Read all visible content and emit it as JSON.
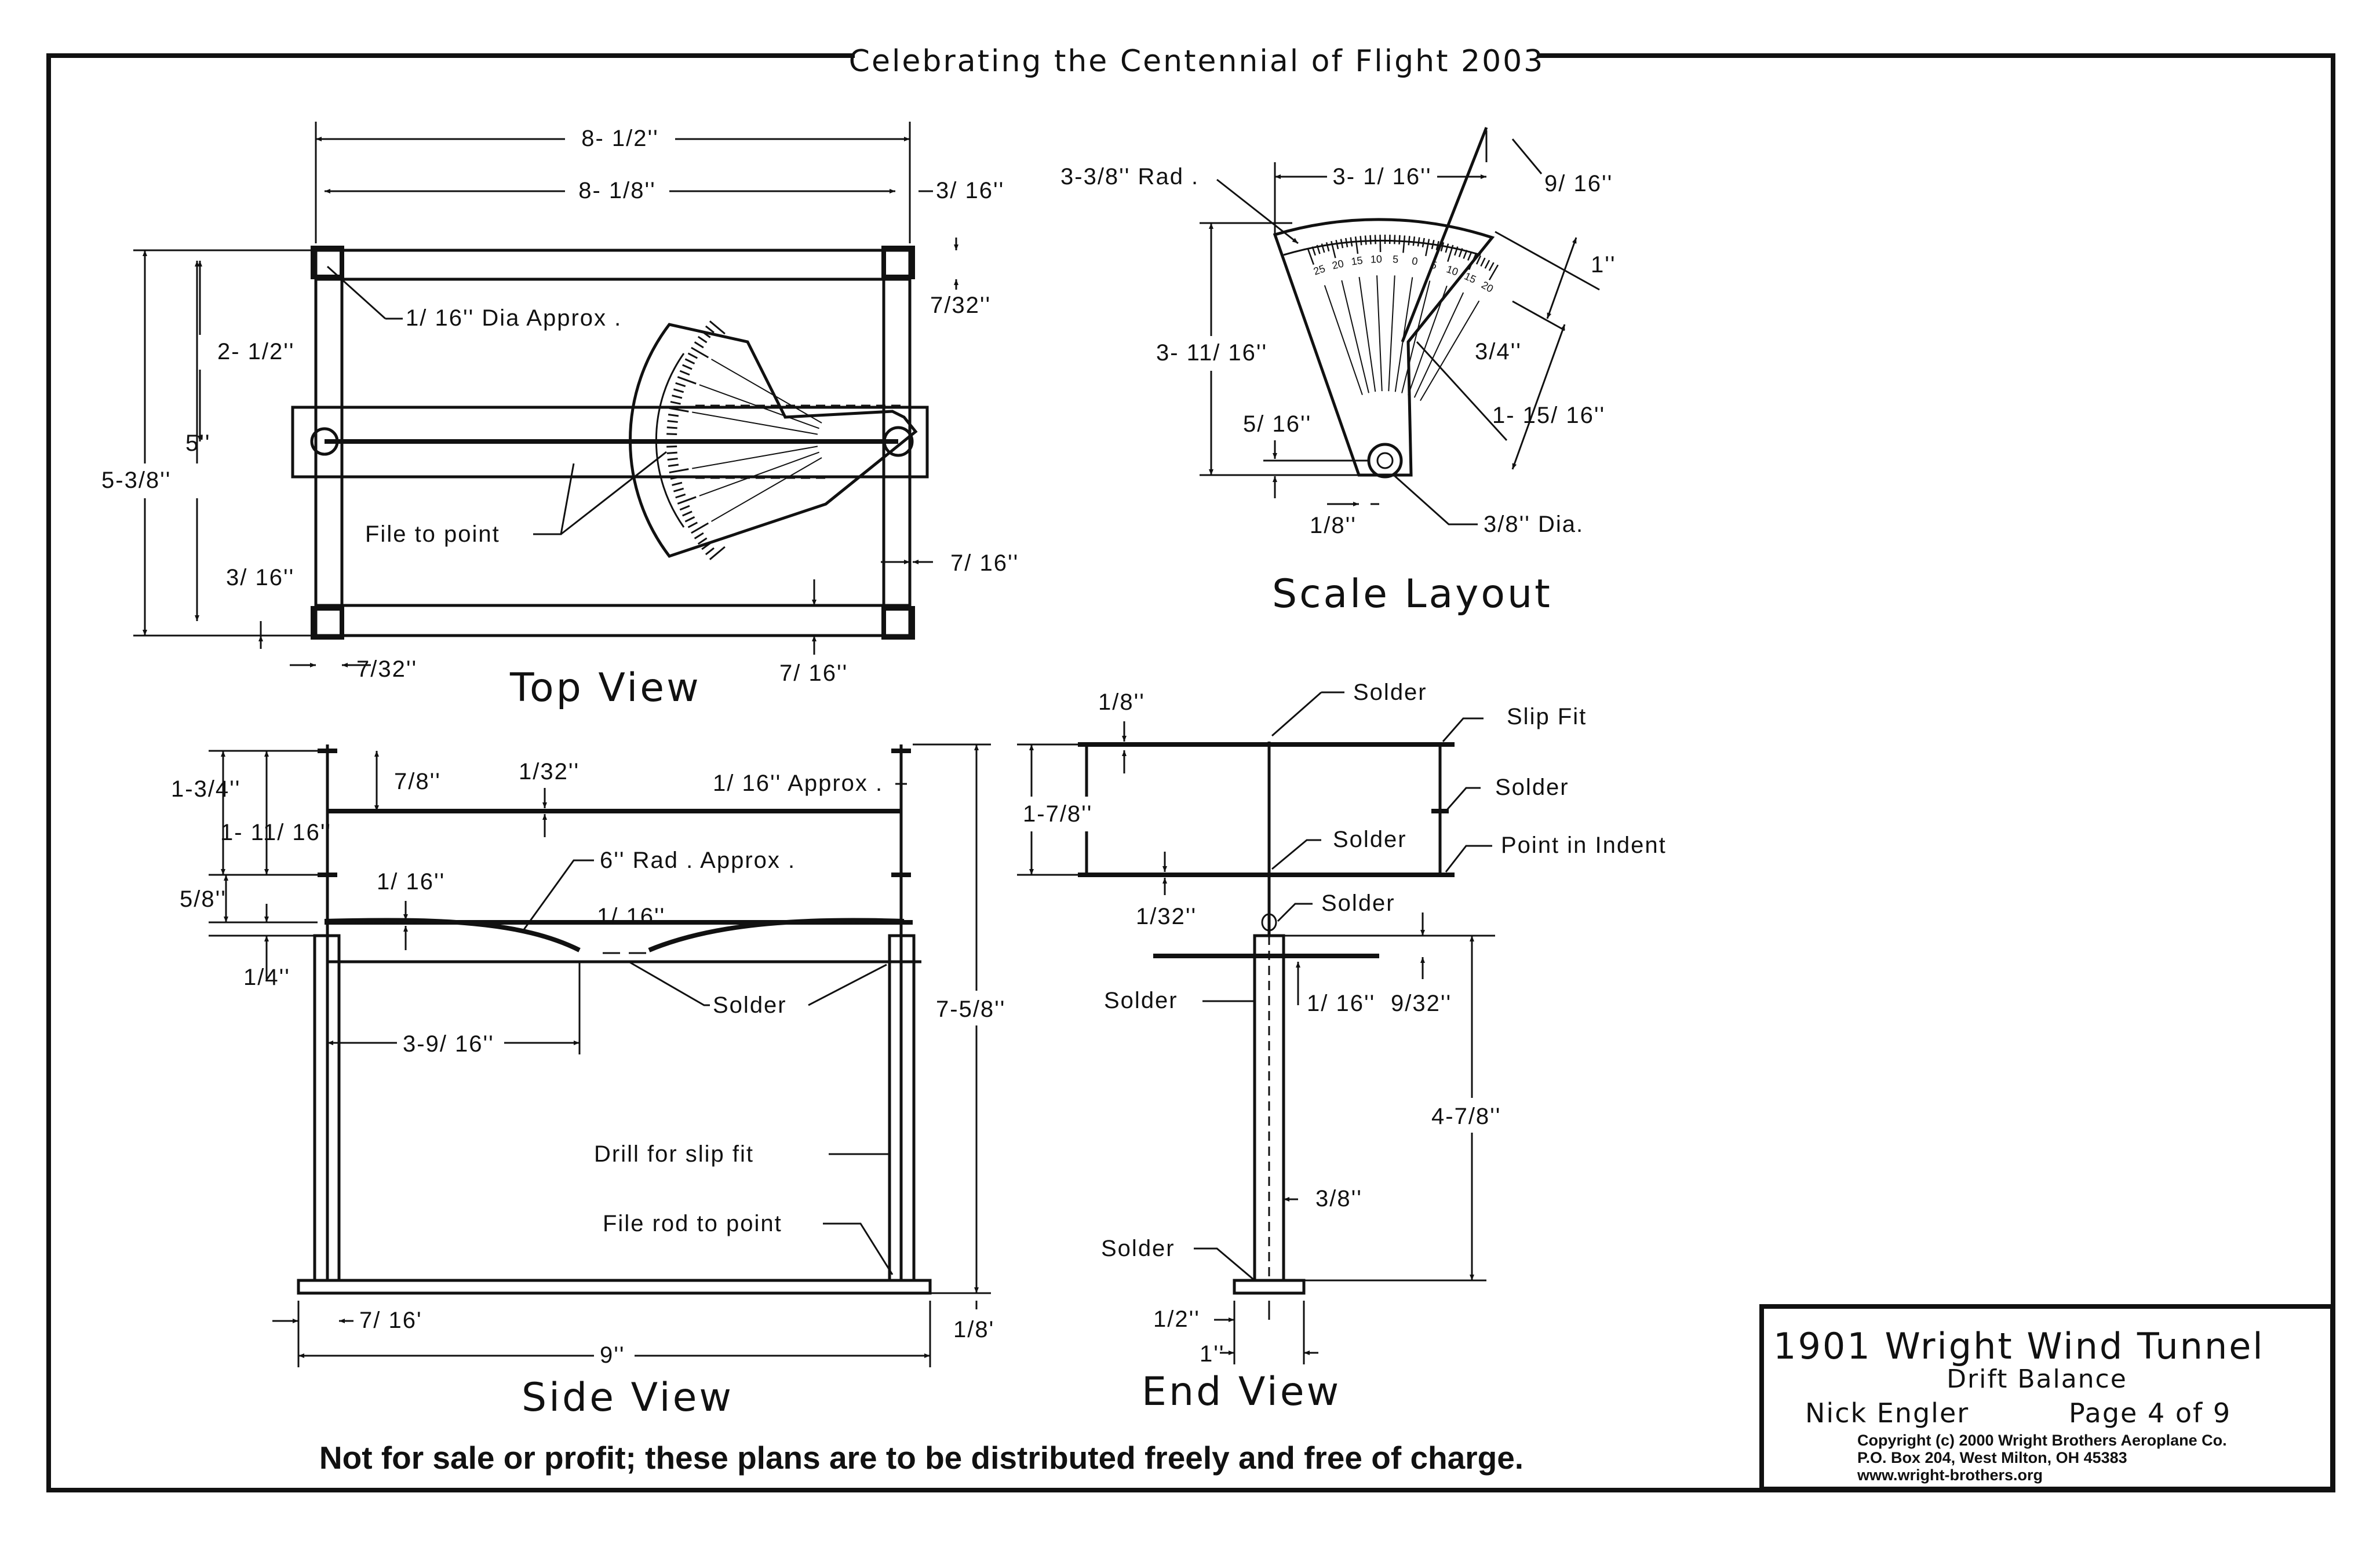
{
  "header": {
    "banner": "Celebrating the Centennial of Flight 2003"
  },
  "views": {
    "top_view": "Top View",
    "scale_layout": "Scale Layout",
    "side_view": "Side View",
    "end_view": "End View"
  },
  "top_view_dims": {
    "overall_width": "8- 1/2''",
    "inner_width": "8- 1/8''",
    "right_offset": "3/ 16''",
    "right_gap": "7/32''",
    "hole": "1/ 16'' Dia Approx .",
    "half_height": "2- 1/2''",
    "height": "5''",
    "outer_height": "5-3/8''",
    "file_to_point": "File to point",
    "bottom_offset": "3/ 16''",
    "right_inset": "7/ 16''",
    "left_gap": "7/32''",
    "bottom_inset": "7/ 16''"
  },
  "scale_layout_dims": {
    "radius": "3-3/8'' Rad .",
    "top_width": "3- 1/ 16''",
    "angle_gap": "9/ 16''",
    "height": "3- 11/ 16''",
    "right_1": "1''",
    "right_34": "3/4''",
    "right_115": "1- 15/ 16''",
    "pivot_offset": "5/ 16''",
    "bottom_offset": "1/8''",
    "pivot_dia": "3/8'' Dia.",
    "tick_labels": [
      "25",
      "20",
      "15",
      "10",
      "5",
      "0",
      "5",
      "10",
      "15",
      "20"
    ]
  },
  "side_view_dims": {
    "d1_34": "1-3/4''",
    "d7_8": "7/8''",
    "d1_32": "1/32''",
    "d116_approx": "1/ 16'' Approx .",
    "d1_1116": "1- 11/ 16''",
    "d6_rad": "6'' Rad . Approx .",
    "d5_8": "5/8''",
    "d1_16_a": "1/ 16''",
    "d1_16_b": "1/ 16''",
    "d1_4": "1/4''",
    "solder": "Solder",
    "d3_916": "3-9/ 16''",
    "d7_58": "7-5/8''",
    "drill": "Drill for slip fit",
    "file_rod": "File rod to point",
    "d7_16": "7/ 16'",
    "d9": "9''",
    "d1_8": "1/8'"
  },
  "end_view_dims": {
    "d1_8": "1/8''",
    "solder_top": "Solder",
    "slip_fit": "Slip Fit",
    "d1_78": "1-7/8''",
    "solder_right": "Solder",
    "solder_mid": "Solder",
    "point_in_indent": "Point in Indent",
    "d1_32": "1/32''",
    "solder_low": "Solder",
    "solder_left": "Solder",
    "d1_16": "1/ 16''",
    "d9_32": "9/32''",
    "d4_78": "4-7/8''",
    "d3_8": "3/8''",
    "solder_base": "Solder",
    "d1_2": "1/2''",
    "d1": "1''"
  },
  "title_block": {
    "title": "1901 Wright Wind Tunnel",
    "subtitle": "Drift Balance",
    "author": "Nick Engler",
    "page": "Page 4 of 9",
    "copyright": "Copyright  (c) 2000 Wright Brothers Aeroplane Co.",
    "address": "P.O. Box 204, West Milton, OH  45383",
    "website": "www.wright-brothers.org"
  },
  "footer": {
    "notice": "Not for sale or profit; these plans are to be distributed freely and free of charge."
  }
}
